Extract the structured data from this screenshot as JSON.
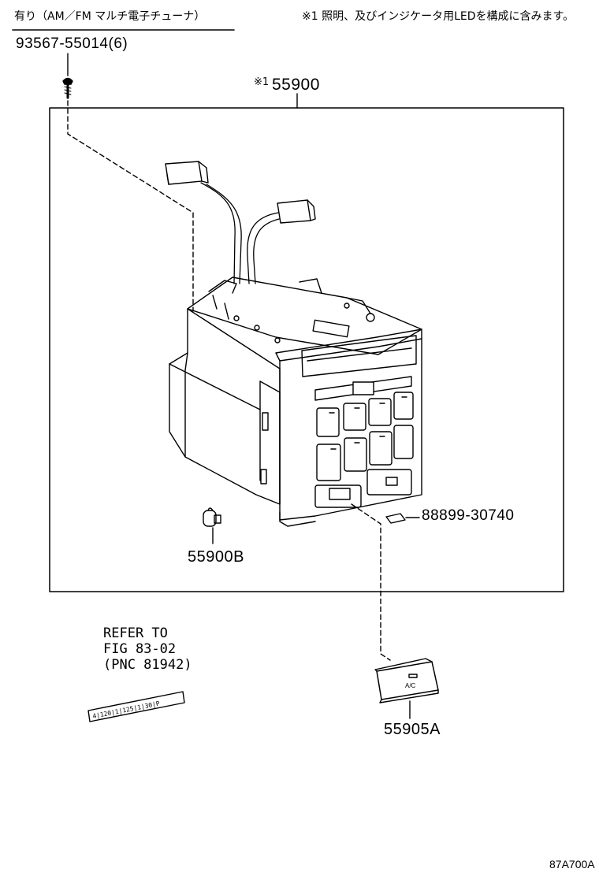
{
  "header": {
    "condition": "有り（AM／FM マルチ電子チューナ）",
    "note": "※1 照明、及びインジケータ用LEDを構成に含みます。"
  },
  "parts": {
    "screw": "93567-55014(6)",
    "main_prefix": "※1",
    "main": "55900",
    "bulb": "55900B",
    "lamp": "88899-30740",
    "knob": "55905A",
    "knob_label": "A/C"
  },
  "reference": {
    "line1": "REFER TO",
    "line2": "FIG 83-02",
    "line3": "(PNC 81942)",
    "scale": "4|120|1|125|1|30|P"
  },
  "footer": {
    "illustration_code": "87A700A"
  }
}
